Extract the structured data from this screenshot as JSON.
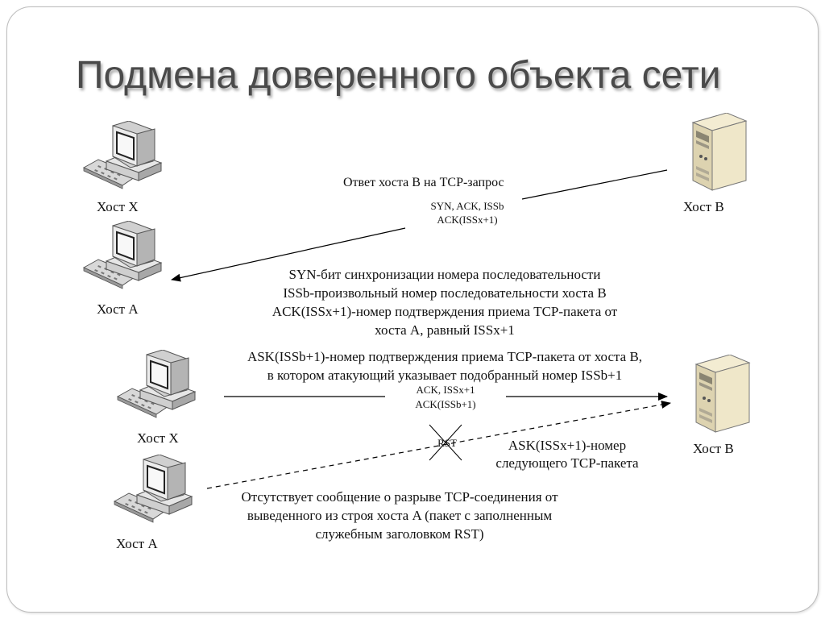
{
  "slide": {
    "title": "Подмена доверенного объекта сети"
  },
  "hosts": {
    "top_x": "Хост X",
    "top_b": "Хост B",
    "top_a": "Хост A",
    "bottom_x": "Хост X",
    "bottom_b": "Хост B",
    "bottom_a": "Хост A"
  },
  "labels": {
    "response_title": "Ответ хоста B на TCP-запрос",
    "syn_line1": "SYN, ACK, ISSb",
    "syn_line2": "ACK(ISSx+1)",
    "expl1": "SYN-бит синхронизации номера последовательности",
    "expl2": "ISSb-произвольный номер последовательности хоста B",
    "expl3": "ACK(ISSx+1)-номер подтверждения приема TCP-пакета от",
    "expl4": "хоста A, равный ISSx+1",
    "ask1": "ASK(ISSb+1)-номер подтверждения приема TCP-пакета от хоста B,",
    "ask2": "в котором атакующий указывает подобранный номер ISSb+1",
    "ack_line1": "ACK, ISSx+1",
    "ack_line2": "ACK(ISSb+1)",
    "rst": "RST",
    "next1": "ASK(ISSx+1)-номер",
    "next2": "следующего TCP-пакета",
    "absent1": "Отсутствует сообщение о разрыве TCP-соединения от",
    "absent2": "выведенного из строя хоста A (пакет с заполненным",
    "absent3": "служебным заголовком RST)"
  },
  "icons": {
    "workstation": "workstation-icon",
    "server": "server-icon"
  },
  "colors": {
    "title": "#4a4a4a",
    "text": "#111111",
    "border": "#bdbdbd"
  }
}
